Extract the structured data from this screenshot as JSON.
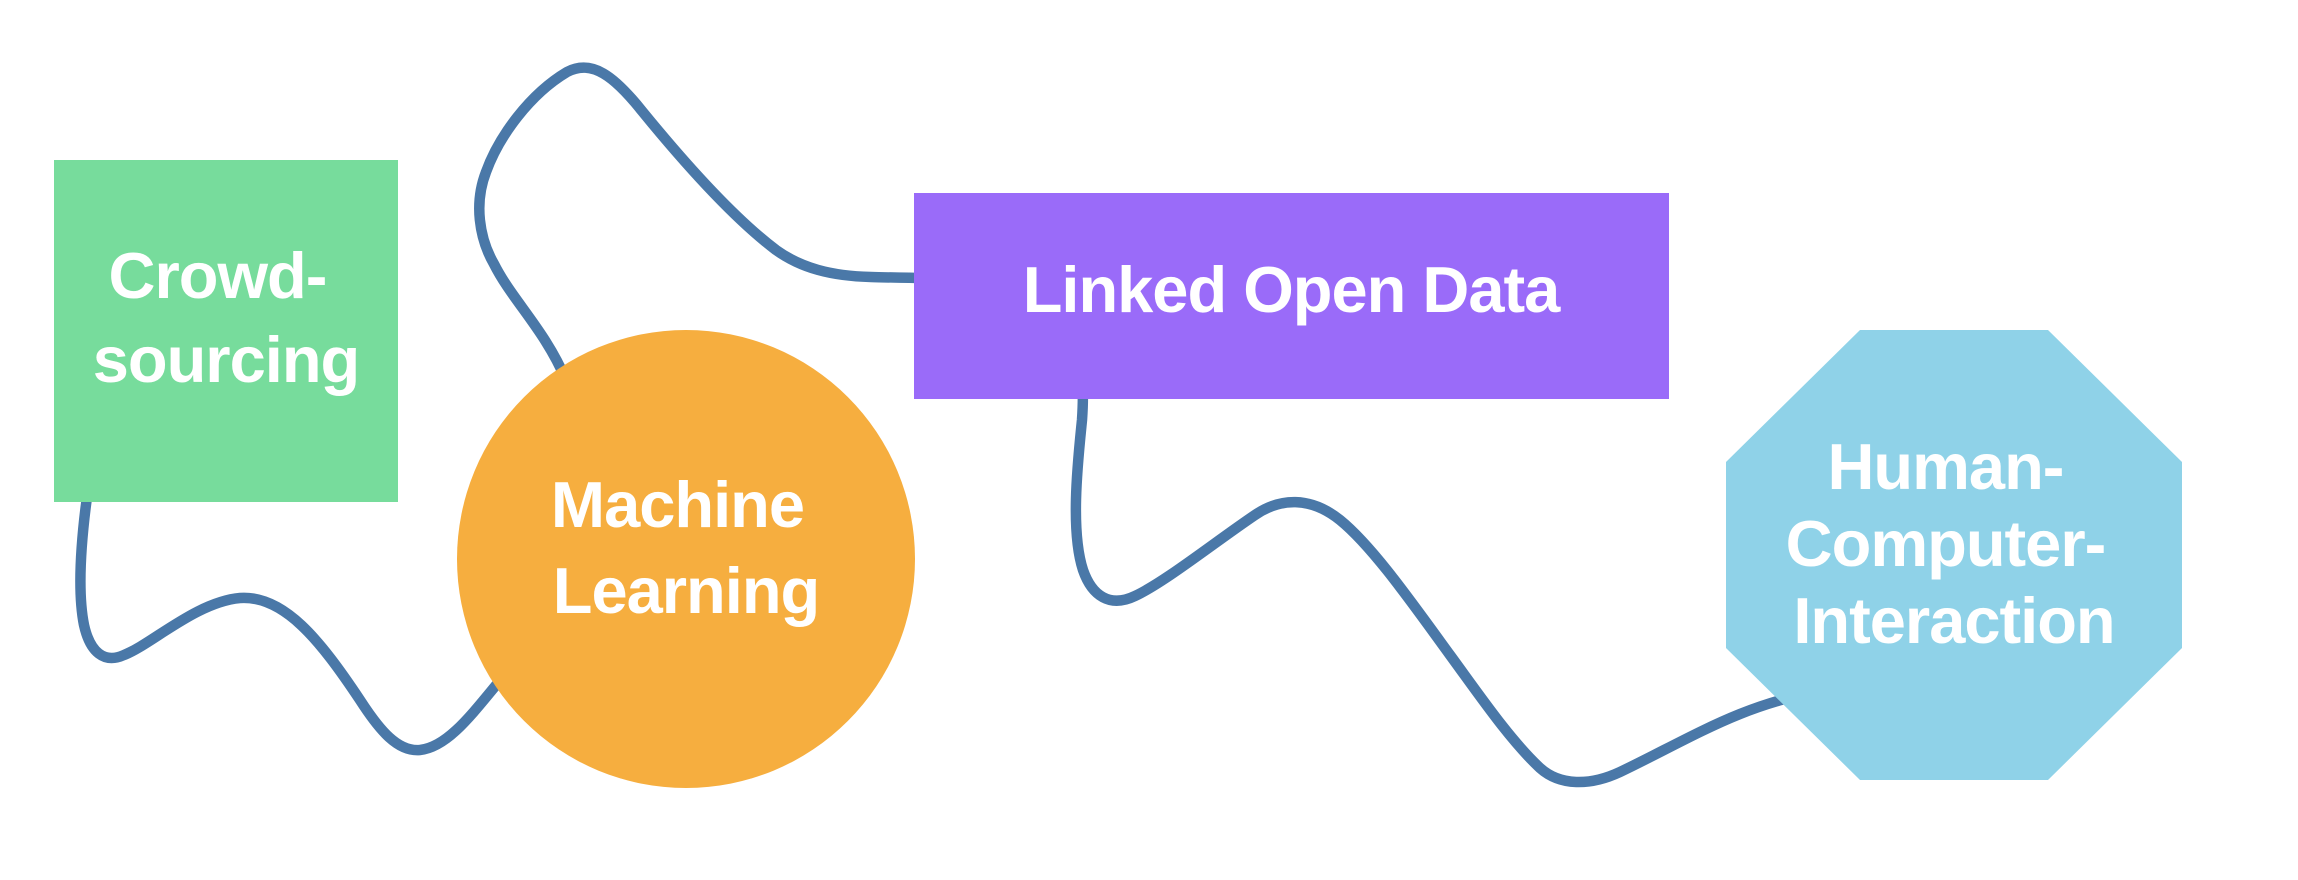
{
  "canvas": {
    "background": "#FFFFFF"
  },
  "label_text_color": "#FFFFFF",
  "connector": {
    "name": "wavy freeform connector",
    "color": "#4A78A8"
  },
  "nodes": {
    "crowdsourcing": {
      "shape": "square",
      "color": "#77DC9C",
      "lines": [
        "Crowd-",
        "sourcing"
      ]
    },
    "machine_learning": {
      "shape": "circle",
      "color": "#F6AE3F",
      "lines": [
        "Machine",
        "Learning"
      ]
    },
    "linked_open_data": {
      "shape": "rectangle",
      "color": "#9A6BF9",
      "lines": [
        "Linked Open Data"
      ]
    },
    "hci": {
      "shape": "octagon",
      "color": "#8FD2E8",
      "lines": [
        "Human-",
        "Computer-",
        "Interaction"
      ]
    }
  }
}
